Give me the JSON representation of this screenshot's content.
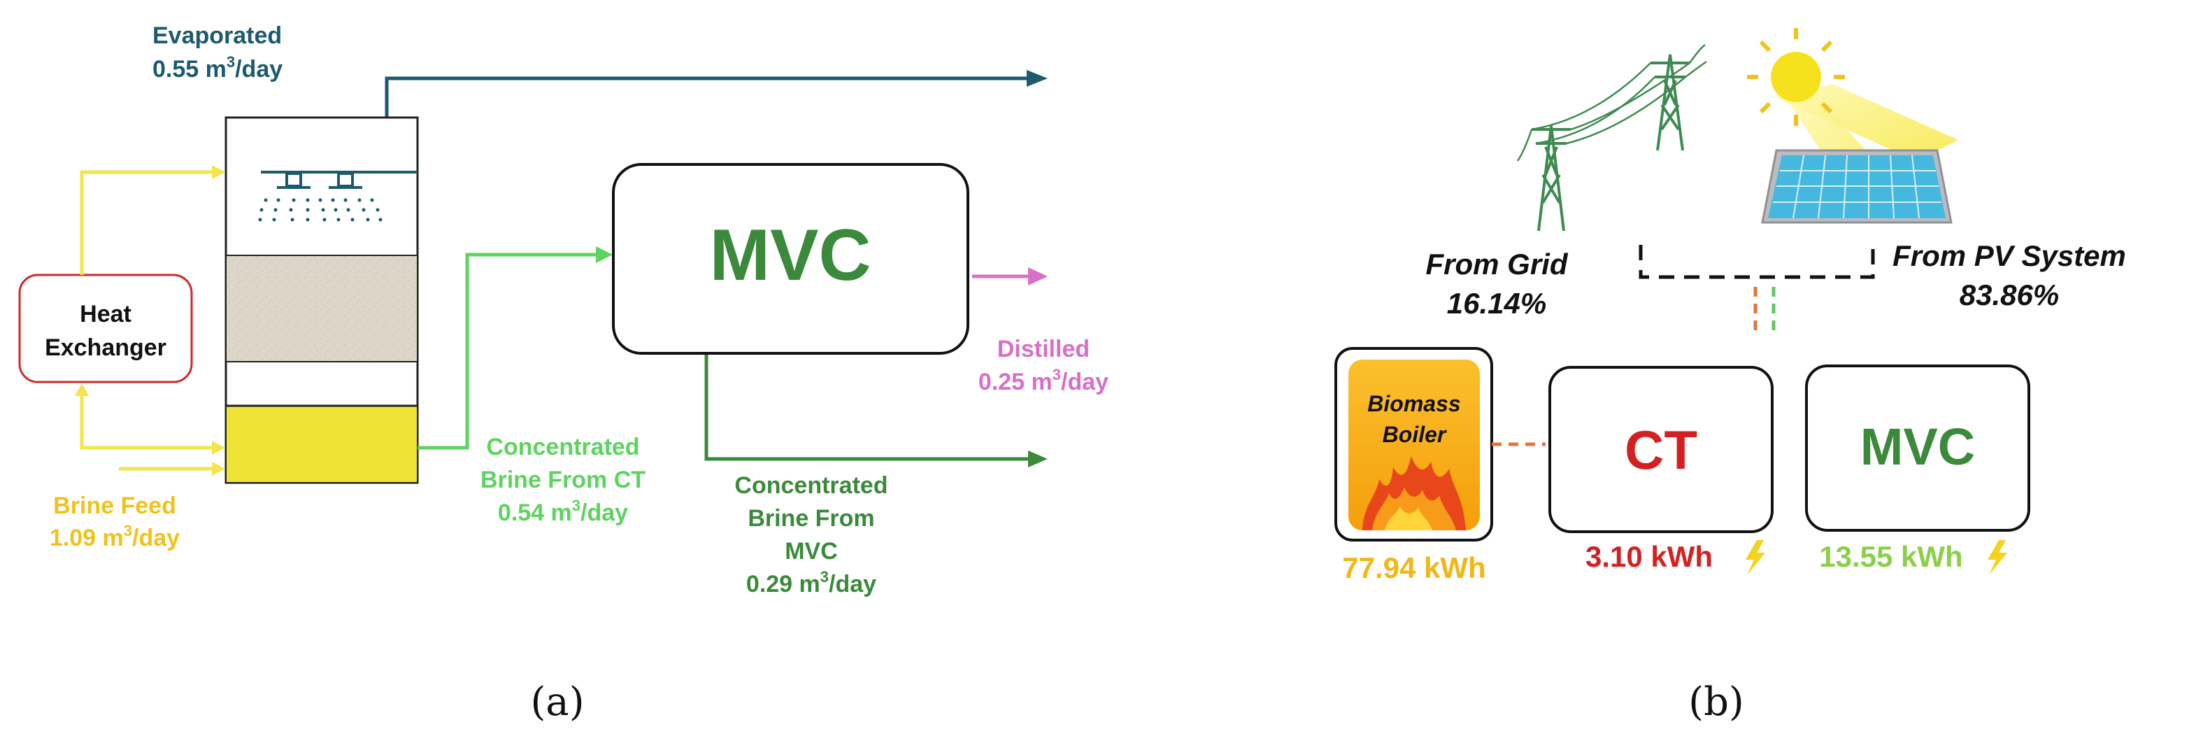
{
  "panel_a": {
    "caption": "(a)",
    "evaporated": {
      "line1": "Evaporated",
      "line2_value": "0.55 m",
      "line2_unit": "/day",
      "sup": "3"
    },
    "heat_exchanger": {
      "line1": "Heat",
      "line2": "Exchanger"
    },
    "brine_feed": {
      "line1": "Brine Feed",
      "line2_value": "1.09 m",
      "line2_unit": "/day",
      "sup": "3"
    },
    "mvc_box": "MVC",
    "conc_ct": {
      "line1": "Concentrated",
      "line2": "Brine From CT",
      "line3_value": "0.54 m",
      "line3_unit": "/day",
      "sup": "3"
    },
    "distilled": {
      "line1": "Distilled",
      "line2_value": "0.25 m",
      "line2_unit": "/day",
      "sup": "3"
    },
    "conc_mvc": {
      "line1": "Concentrated",
      "line2": "Brine From",
      "line3": "MVC",
      "line4_value": "0.29 m",
      "line4_unit": "/day",
      "sup": "3"
    }
  },
  "panel_b": {
    "caption": "(b)",
    "from_grid": {
      "line1": "From Grid",
      "line2": "16.14%"
    },
    "from_pv": {
      "line1": "From PV System",
      "line2": "83.86%"
    },
    "biomass": {
      "line1": "Biomass",
      "line2": "Boiler",
      "energy": "77.94 kWh"
    },
    "ct": {
      "label": "CT",
      "energy": "3.10 kWh"
    },
    "mvc": {
      "label": "MVC",
      "energy": "13.55 kWh"
    }
  },
  "colors": {
    "evaporated": "#1d5a6e",
    "heat_exchanger_border": "#cc2a2a",
    "yellow_line": "#f2e64a",
    "brine_feed_text": "#f2c21a",
    "light_green": "#5fd35f",
    "dark_green": "#3b8a3b",
    "distilled": "#d86fc8",
    "ct_red": "#d42020",
    "biomass_text": "#f2b617",
    "mvc_b_text": "#8ccf4a"
  }
}
